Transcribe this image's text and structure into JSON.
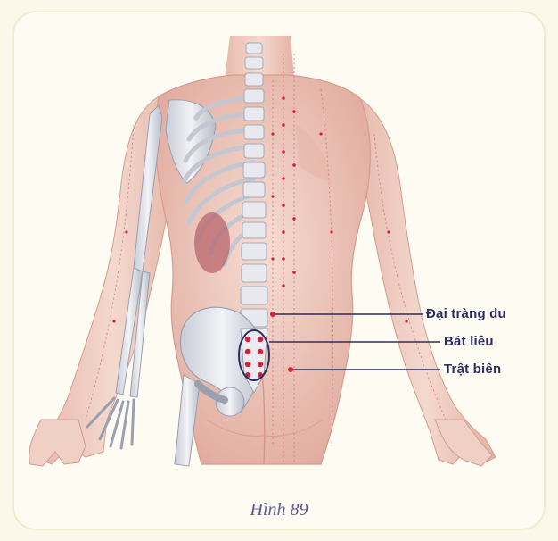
{
  "labels": {
    "dai_trang_du": "Đại tràng du",
    "bat_lieu": "Bát liêu",
    "trat_bien": "Trật biên"
  },
  "caption": "Hình 89",
  "colors": {
    "skin": "#f0cfc4",
    "skin_shadow": "#dba99b",
    "bone": "#e6e8ee",
    "bone_shadow": "#b9bdc8",
    "acupoint": "#d3203a",
    "leader_line": "#2a2f63",
    "label_text": "#2a2f63",
    "caption_text": "#5a5a8c"
  }
}
